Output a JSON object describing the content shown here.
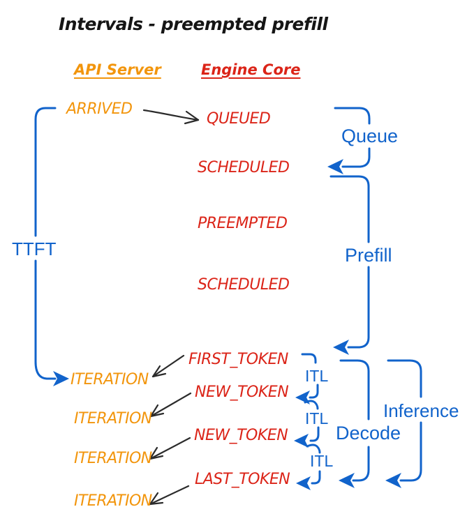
{
  "title": "Intervals - preempted prefill",
  "columns": {
    "api_server": "API Server",
    "engine_core": "Engine Core"
  },
  "api_events": {
    "arrived": "ARRIVED",
    "iteration_1": "ITERATION",
    "iteration_2": "ITERATION",
    "iteration_3": "ITERATION",
    "iteration_4": "ITERATION"
  },
  "engine_events": {
    "queued": "QUEUED",
    "scheduled_1": "SCHEDULED",
    "preempted": "PREEMPTED",
    "scheduled_2": "SCHEDULED",
    "first_token": "FIRST_TOKEN",
    "new_token_1": "NEW_TOKEN",
    "new_token_2": "NEW_TOKEN",
    "last_token": "LAST_TOKEN"
  },
  "intervals": {
    "ttft": "TTFT",
    "queue": "Queue",
    "prefill": "Prefill",
    "itl_1": "ITL",
    "itl_2": "ITL",
    "itl_3": "ITL",
    "decode": "Decode",
    "inference": "Inference"
  },
  "colors": {
    "api_server": "#F2950C",
    "engine_core": "#DB2418",
    "interval": "#1163CB",
    "arrow": "#2B2B2B",
    "title": "#151515"
  }
}
